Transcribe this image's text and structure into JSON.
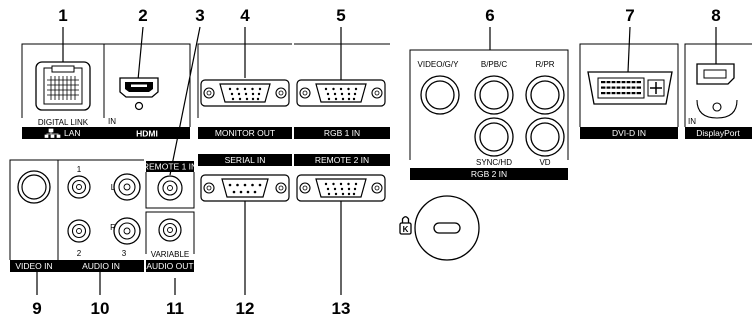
{
  "callouts": [
    "1",
    "2",
    "3",
    "4",
    "5",
    "6",
    "7",
    "8",
    "9",
    "10",
    "11",
    "12",
    "13"
  ],
  "labels": {
    "digital_link": "DIGITAL LINK",
    "lan": "LAN",
    "in": "IN",
    "hdmi": "HDMI",
    "monitor_out": "MONITOR OUT",
    "rgb1_in": "RGB 1 IN",
    "video_gy": "VIDEO/G/Y",
    "b_pb_c": "B/PB/C",
    "r_pr": "R/PR",
    "sync_hd": "SYNC/HD",
    "vd": "VD",
    "rgb2_in": "RGB 2 IN",
    "dvi_d_in": "DVI-D IN",
    "displayport": "DisplayPort",
    "video_in": "VIDEO IN",
    "audio_in": "AUDIO IN",
    "audio_1": "1",
    "audio_2": "2",
    "audio_3": "3",
    "audio_l": "L",
    "audio_r": "R",
    "remote1_in": "REMOTE 1 IN",
    "variable": "VARIABLE",
    "audio_out": "AUDIO OUT",
    "serial_in": "SERIAL IN",
    "remote2_in": "REMOTE 2 IN"
  },
  "icons": [
    "lan-network-icon",
    "security-lock-icon"
  ],
  "colors": {
    "ink": "#000000",
    "label_bar": "#000000",
    "label_text": "#ffffff"
  }
}
